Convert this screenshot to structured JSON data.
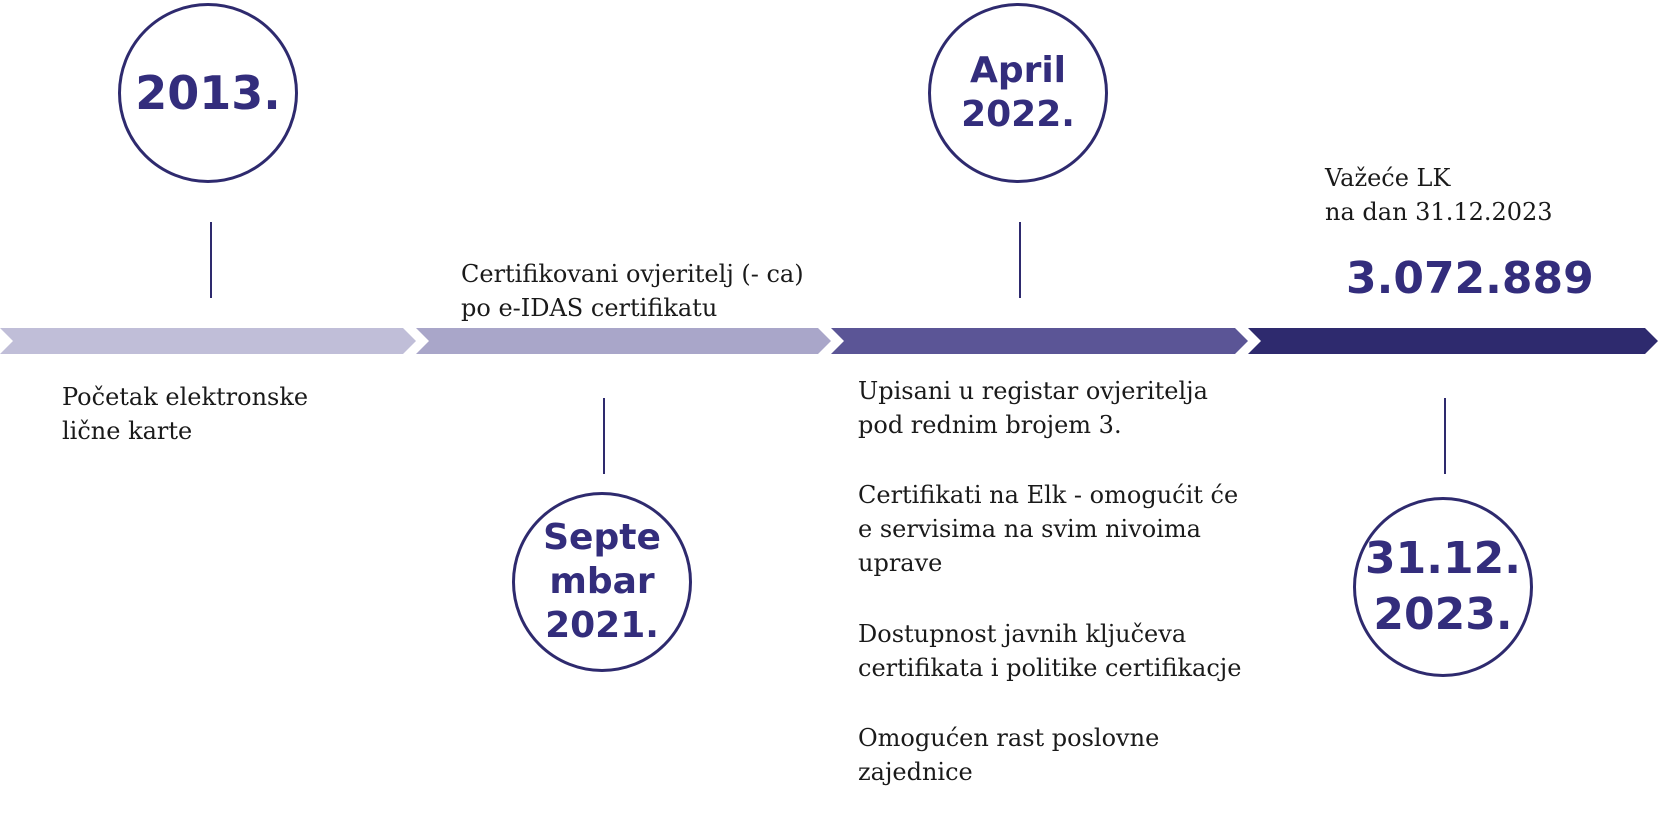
{
  "milestones": {
    "m2013": {
      "date": "2013.",
      "text": "Početak elektronske\nlične karte"
    },
    "m2021": {
      "date": "Septe\nmbar\n2021.",
      "text": "Certifikovani ovjeritelj (- ca)\npo e-IDAS certifikatu"
    },
    "m2022": {
      "date": "April\n2022.",
      "items": [
        "Upisani u registar ovjeritelja\npod rednim brojem 3.",
        "Certifikati na Elk - omogućit će\ne servisima na svim nivoima\nuprave",
        "Dostupnost javnih ključeva\ncertifikata i politike certifikacje",
        "Omogućen rast poslovne\nzajednice"
      ]
    },
    "m2023": {
      "date": "31.12.\n2023.",
      "label": "Važeće LK\nna dan 31.12.2023",
      "value": "3.072.889"
    }
  },
  "colors": {
    "segment1": "#c0bed8",
    "segment2": "#a9a6c9",
    "segment3": "#5b5596",
    "segment4": "#2e2a6e",
    "accent": "#332d7c"
  }
}
